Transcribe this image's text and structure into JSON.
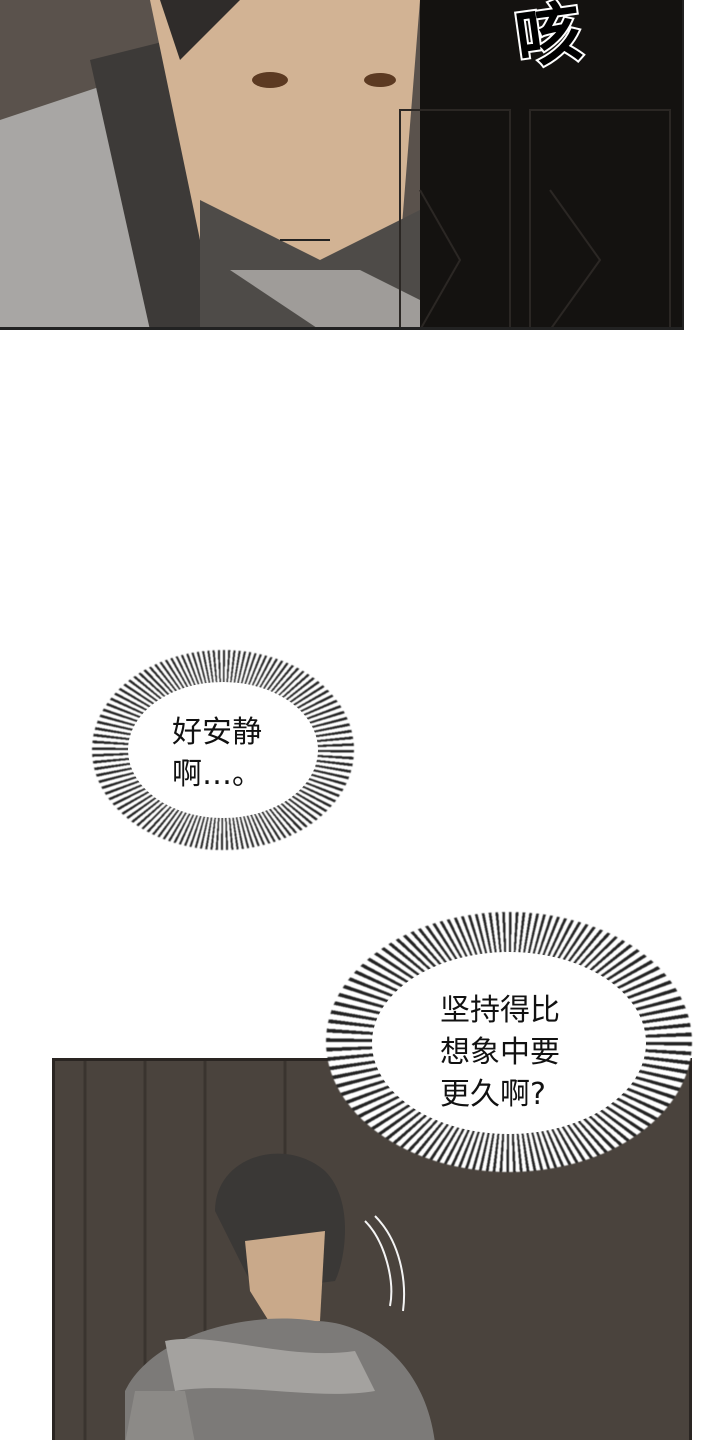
{
  "panels": [
    {
      "id": "panel-1",
      "description": "Close-up of dark-haired man in grey robe, dark background with door frame",
      "sfx": "咳"
    },
    {
      "id": "panel-2",
      "description": "Man in armor, glancing sideways, wooden wall background"
    }
  ],
  "bubbles": [
    {
      "lines": [
        "好安静",
        "啊…。"
      ]
    },
    {
      "lines": [
        "坚持得比",
        "想象中要",
        "更久啊?"
      ]
    }
  ],
  "colors": {
    "panel1_bg": "#1a1714",
    "panel2_bg": "#4a433d",
    "page_bg": "#ffffff"
  }
}
